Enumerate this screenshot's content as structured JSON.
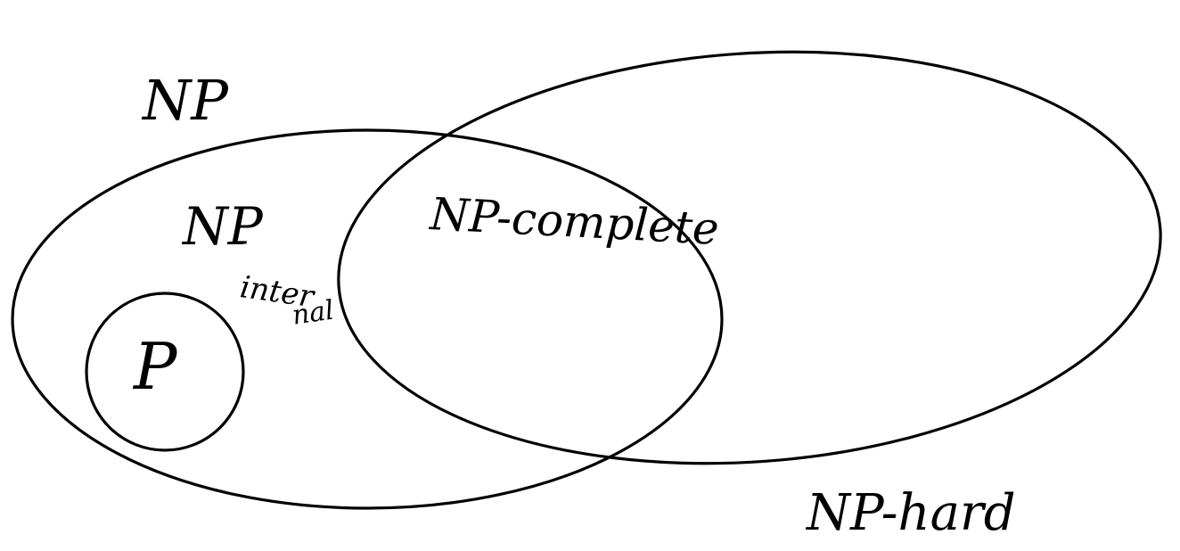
{
  "diagram": {
    "stroke_color": "#000000",
    "background": "#ffffff",
    "sets": [
      {
        "id": "np",
        "label": "NP"
      },
      {
        "id": "np-intermediate",
        "label_parts": [
          "NP",
          "-",
          "inter",
          "nal"
        ]
      },
      {
        "id": "np-complete",
        "label": "NP-complete"
      },
      {
        "id": "p",
        "label": "P"
      },
      {
        "id": "np-hard",
        "label": "NP-hard"
      }
    ]
  }
}
